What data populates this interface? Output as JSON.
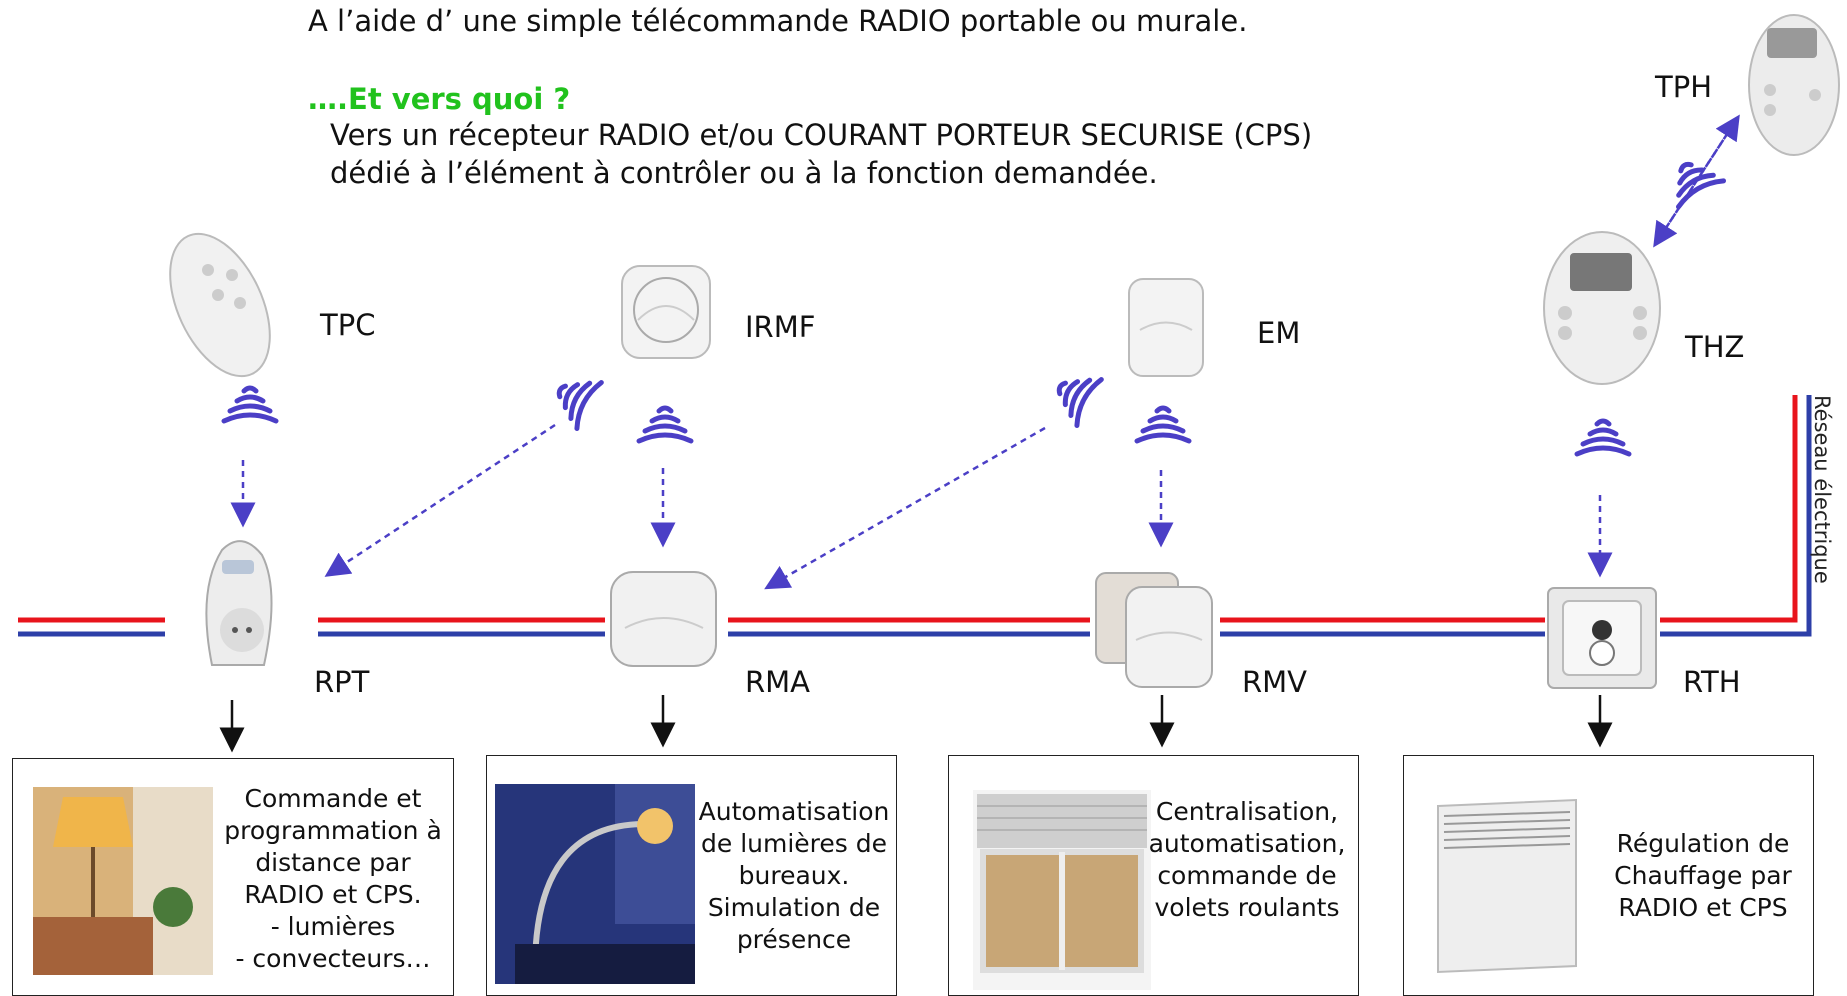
{
  "header": {
    "intro": "A l’aide d’ une simple télécommande RADIO portable ou murale.",
    "subhead": "….Et vers quoi ?",
    "para_line1": "Vers un récepteur RADIO et/ou COURANT PORTEUR SECURISE (CPS)",
    "para_line2": "dédié à l’élément à contrôler ou à la fonction demandée."
  },
  "transmitters": {
    "tpc": "TPC",
    "irmf": "IRMF",
    "em": "EM",
    "thz": "THZ",
    "tph": "TPH"
  },
  "receivers": {
    "rpt": "RPT",
    "rma": "RMA",
    "rmv": "RMV",
    "rth": "RTH"
  },
  "network_label": "Réseau électrique",
  "boxes": {
    "rpt": [
      "Commande et",
      "programmation à",
      "distance par",
      "RADIO et CPS.",
      "- lumières",
      "- convecteurs…"
    ],
    "rma": [
      "Automatisation",
      "de lumières de",
      "bureaux.",
      "Simulation de",
      "présence"
    ],
    "rmv": [
      "Centralisation,",
      "automatisation,",
      "commande de",
      "volets roulants"
    ],
    "rth": [
      "Régulation de",
      "Chauffage par",
      "RADIO et CPS"
    ]
  },
  "colors": {
    "line_red": "#e8141c",
    "line_blue": "#2d3fa8",
    "radio_waves": "#4b3fc6",
    "subhead_green": "#21c21d"
  }
}
